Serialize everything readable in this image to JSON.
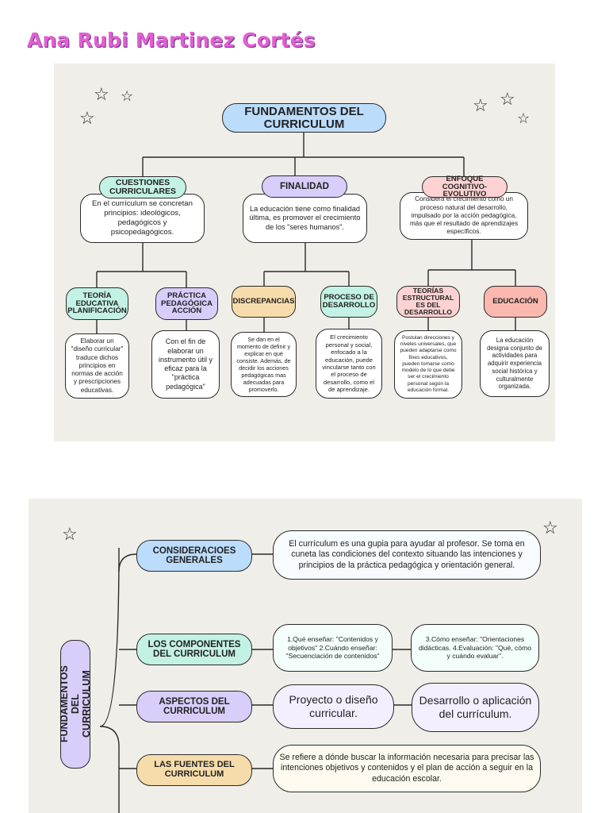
{
  "author": "Ana Rubi Martinez Cortés",
  "top_map": {
    "title": "FUNDAMENTOS DEL CURRICULUM",
    "branches": [
      {
        "label": "CUESTIONES CURRICULARES",
        "desc": "En el currículum se concretan principios: ideológicos, pedagógicos y psicopedagógicos."
      },
      {
        "label": "FINALIDAD",
        "desc": "La educación tiene como finalidad última, es promover el crecimiento de los \"seres humanos\"."
      },
      {
        "label": "ENFOQUE COGNITIVO- EVOLUTIVO",
        "desc": "Considera el crecimiento como un proceso natural del desarrollo, impulsado por la acción pedagógica, más que el resultado de aprendizajes específicos."
      }
    ],
    "sub": [
      {
        "label": "TEORÍA EDUCATIVA PLANIFICACIÓN",
        "desc": "Elaborar un \"diseño curricular\" traduce dichos principios en normas de acción y prescripciones educativas."
      },
      {
        "label": "PRÁCTICA PEDAGÓGICA ACCIÓN",
        "desc": "Con el fin de elaborar un instrumento útil y eficaz para la \"práctica pedagógica\""
      },
      {
        "label": "DISCREPANCIAS",
        "desc": "Se dan en el momento de definir y explicar en qué consiste. Además, de decidir los acciones pedagógicas mas adecuadas para promoverlo."
      },
      {
        "label": "PROCESO DE DESARROLLO",
        "desc": "El crecimiento personal y social, enfocado a la educación, puede vincularse tanto con el proceso de desarrollo, como el de aprendizaje."
      },
      {
        "label": "TEORÍAS ESTRUCTURAL ES DEL DESARROLLO",
        "desc": "Postulan direcciones y niveles universales, que pueden adaptarse como fines educativos, pueden tomarse como modelo de lo que debe ser el crecimiento personal según la educación formal."
      },
      {
        "label": "EDUCACIÓN",
        "desc": "La educación designa conjunto de actividades para adquirir experiencia social histórica y culturalmente organizada."
      }
    ]
  },
  "bottom_map": {
    "title": "FUNDAMENTOS DEL CURRICULUM",
    "rows": [
      {
        "label": "CONSIDERACIOES GENERALES",
        "desc": "El currículum es una gupia para ayudar al profesor. Se toma en cuneta las condiciones del contexto situando las intenciones y principios de la práctica pedagógica y orientación general."
      },
      {
        "label": "LOS COMPONENTES DEL CURRICULUM",
        "desc_a": "1.Qué enseñar: \"Contenidos y objetivos\" 2.Cuándo enseñar: \"Secuenciación de contenidos\"",
        "desc_b": "3.Cómo enseñar: \"Orientaciones didácticas. 4.Evaluación: \"Qué, cómo y cuándo evaluar\"."
      },
      {
        "label": "ASPECTOS DEL CURRICULUM",
        "desc_a": "Proyecto o diseño curricular.",
        "desc_b": "Desarrollo o aplicación del currículum."
      },
      {
        "label": "LAS FUENTES DEL CURRICULUM",
        "desc": "Se refiere a dónde buscar la información necesaria para precisar las intenciones objetivos y contenidos y el plan de acción a seguir en la educación escolar."
      }
    ]
  },
  "colors": {
    "blue": "#bcdcfb",
    "mint": "#c3f2e4",
    "lavender": "#d9cdfa",
    "peach": "#f6dcab",
    "pink": "#fdd2d2",
    "salmon": "#fbb8ae",
    "panel": "#efeee9",
    "author": "#e25fd2"
  },
  "icons": [
    "star-icon"
  ]
}
